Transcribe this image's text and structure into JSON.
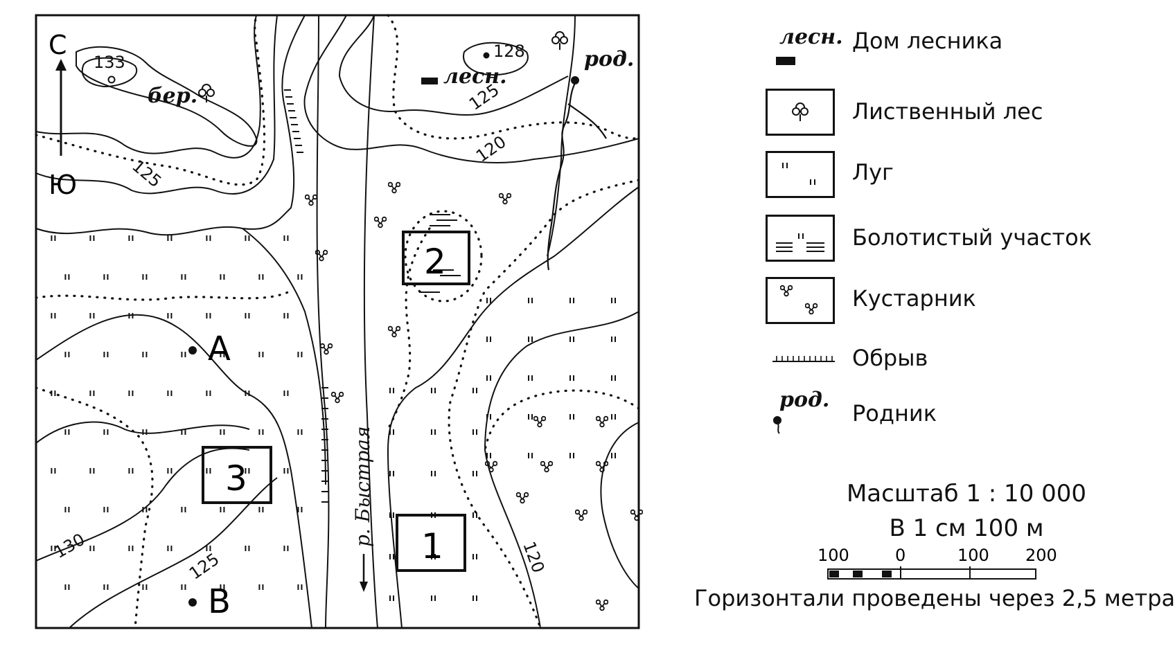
{
  "compass": {
    "north": "С",
    "south": "Ю"
  },
  "map_labels": {
    "contours": [
      "133",
      "128",
      "125",
      "125",
      "120",
      "130",
      "125",
      "120"
    ],
    "forest_house": "лесн.",
    "birch": "бер.",
    "spring": "род.",
    "river": "р. Быстрая",
    "point_a": "А",
    "point_b": "В",
    "site_1": "1",
    "site_2": "2",
    "site_3": "3"
  },
  "legend": {
    "items": [
      {
        "abbr": "лесн.",
        "label": "Дом лесника",
        "icon": "forester-house-icon"
      },
      {
        "abbr": "",
        "label": "Лиственный лес",
        "icon": "deciduous-forest-icon"
      },
      {
        "abbr": "",
        "label": "Луг",
        "icon": "meadow-icon"
      },
      {
        "abbr": "",
        "label": "Болотистый участок",
        "icon": "swamp-icon"
      },
      {
        "abbr": "",
        "label": "Кустарник",
        "icon": "shrub-icon"
      },
      {
        "abbr": "",
        "label": "Обрыв",
        "icon": "cliff-icon"
      },
      {
        "abbr": "род.",
        "label": "Родник",
        "icon": "spring-icon"
      }
    ]
  },
  "scale": {
    "ratio": "Масштаб 1 : 10 000",
    "per_cm": "В 1 см 100 м",
    "ticks": [
      "100",
      "0",
      "100",
      "200"
    ]
  },
  "note": "Горизонтали проведены через 2,5 метра"
}
